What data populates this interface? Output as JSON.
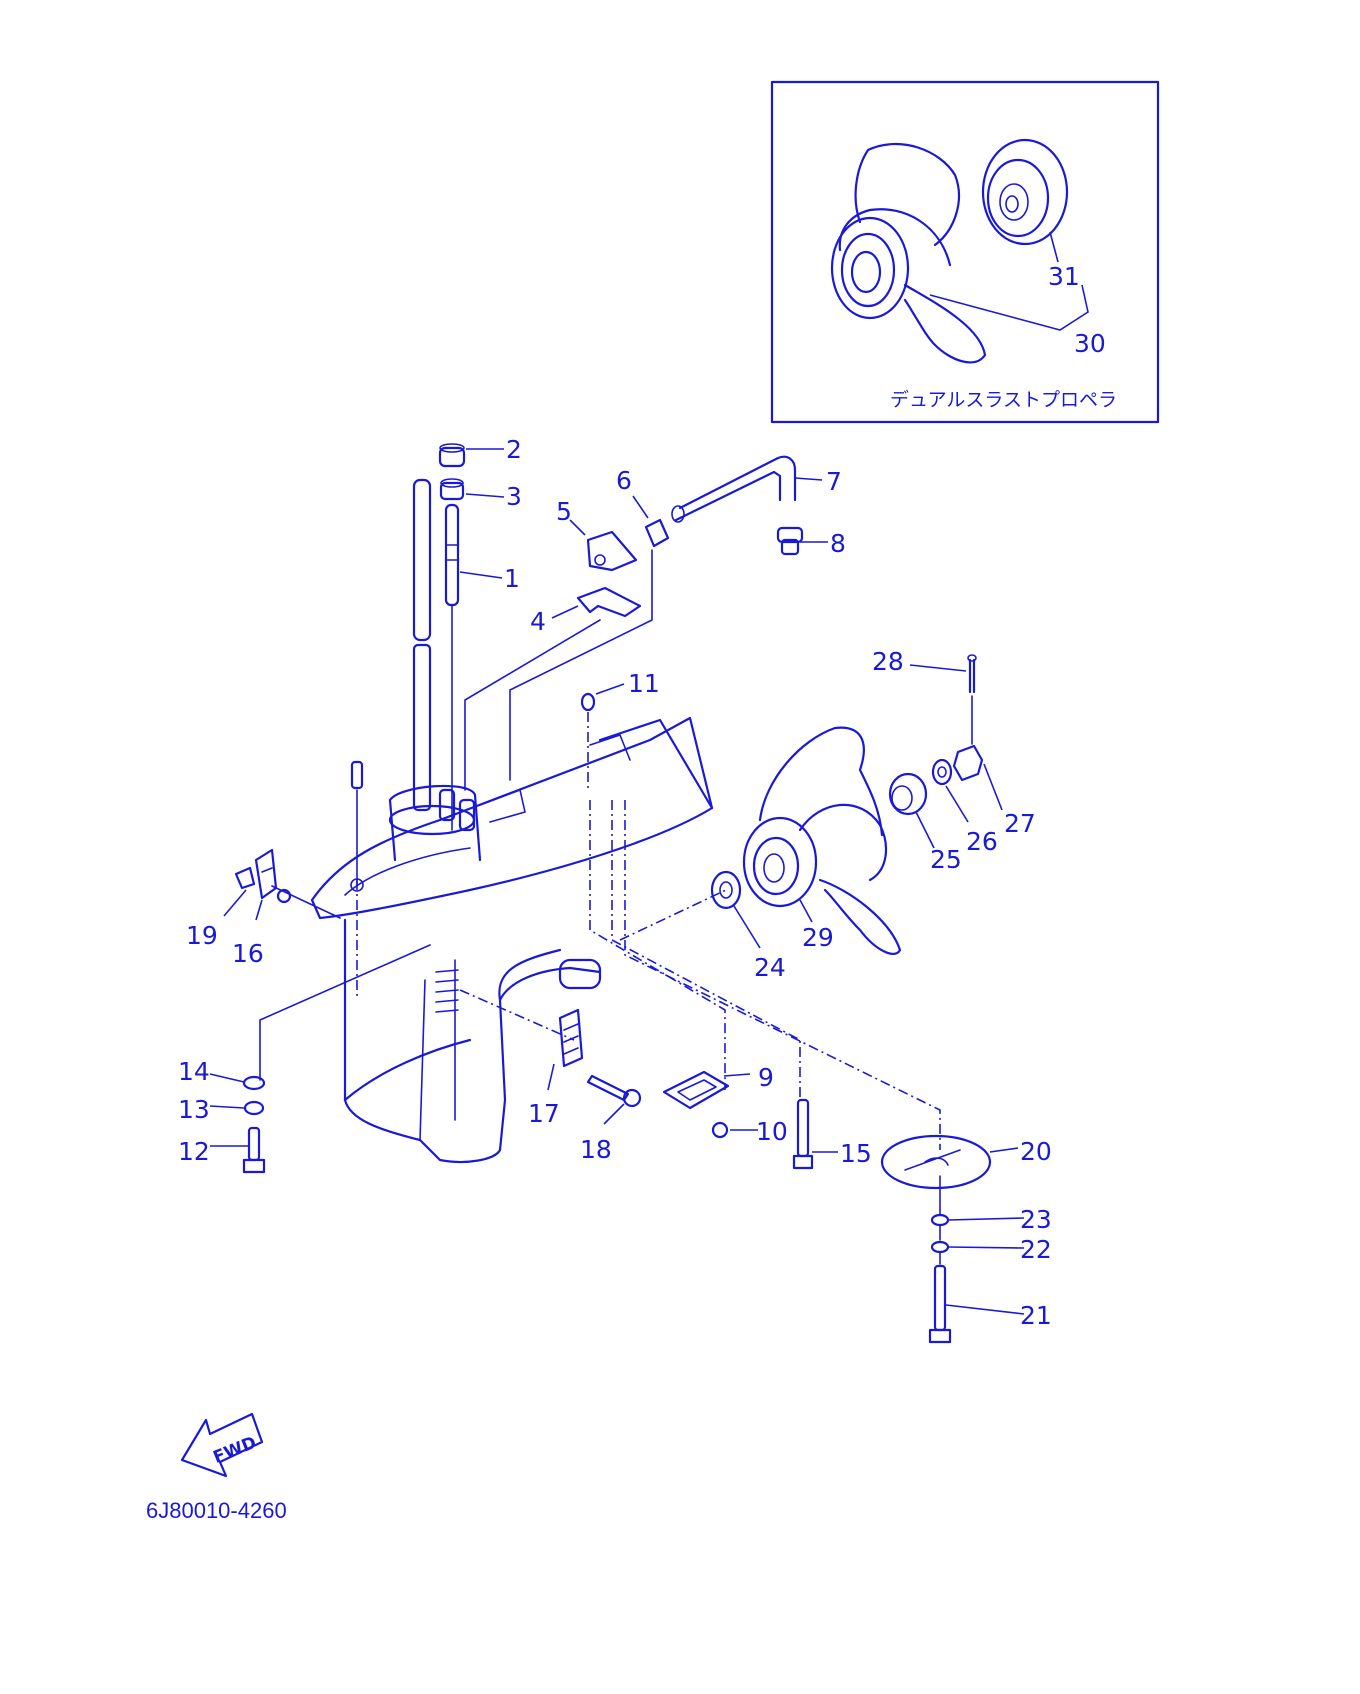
{
  "diagram": {
    "inset_caption": "デュアルスラストプロペラ",
    "drawing_code": "6J80010-4260",
    "fwd_label": "FWD",
    "ink_color": "#1a1ad6",
    "callouts": [
      {
        "id": "c1",
        "text": "1"
      },
      {
        "id": "c2",
        "text": "2"
      },
      {
        "id": "c3",
        "text": "3"
      },
      {
        "id": "c4",
        "text": "4"
      },
      {
        "id": "c5",
        "text": "5"
      },
      {
        "id": "c6",
        "text": "6"
      },
      {
        "id": "c7",
        "text": "7"
      },
      {
        "id": "c8",
        "text": "8"
      },
      {
        "id": "c9",
        "text": "9"
      },
      {
        "id": "c10",
        "text": "10"
      },
      {
        "id": "c11",
        "text": "11"
      },
      {
        "id": "c12",
        "text": "12"
      },
      {
        "id": "c13",
        "text": "13"
      },
      {
        "id": "c14",
        "text": "14"
      },
      {
        "id": "c15",
        "text": "15"
      },
      {
        "id": "c16",
        "text": "16"
      },
      {
        "id": "c17",
        "text": "17"
      },
      {
        "id": "c18",
        "text": "18"
      },
      {
        "id": "c19",
        "text": "19"
      },
      {
        "id": "c20",
        "text": "20"
      },
      {
        "id": "c21",
        "text": "21"
      },
      {
        "id": "c22",
        "text": "22"
      },
      {
        "id": "c23",
        "text": "23"
      },
      {
        "id": "c24",
        "text": "24"
      },
      {
        "id": "c25",
        "text": "25"
      },
      {
        "id": "c26",
        "text": "26"
      },
      {
        "id": "c27",
        "text": "27"
      },
      {
        "id": "c28",
        "text": "28"
      },
      {
        "id": "c29",
        "text": "29"
      },
      {
        "id": "c30",
        "text": "30"
      },
      {
        "id": "c31",
        "text": "31"
      }
    ]
  }
}
